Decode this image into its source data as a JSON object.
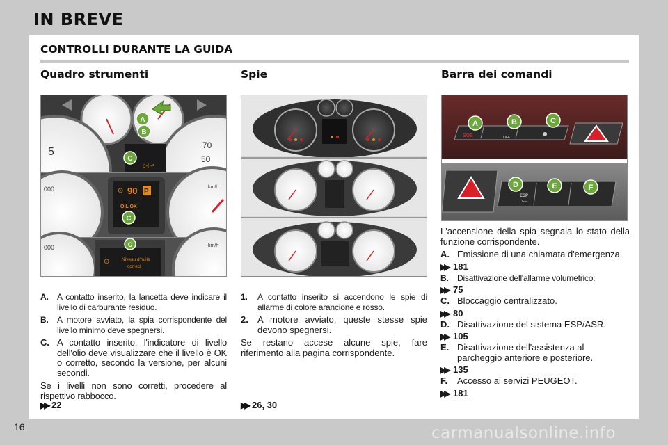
{
  "header": {
    "title": "IN BREVE"
  },
  "section": {
    "title": "CONTROLLI DURANTE LA GUIDA"
  },
  "columns": {
    "left": {
      "title": "Quadro strumenti",
      "image_labels": {
        "a": "A",
        "b": "B",
        "c1": "C",
        "c2": "C",
        "c3": "C",
        "oil_ok": "OIL OK",
        "niveau_1": "Niveau d'huile",
        "niveau_2": "correct",
        "kmh1": "km/h",
        "kmh2": "km/h"
      },
      "items": [
        {
          "label": "A.",
          "text": "A contatto inserito, la lancetta deve indicare il livello di carburante residuo."
        },
        {
          "label": "B.",
          "text": "A motore avviato, la spia corrispondente del livello minimo deve spegnersi."
        },
        {
          "label": "C.",
          "text": "A contatto inserito, l'indicatore di livello dell'olio deve visualizzare che il livello è OK o corretto, secondo la versione, per alcuni secondi."
        }
      ],
      "paragraph": "Se i livelli non sono corretti, procedere al rispettivo rabbocco.",
      "ref": "22"
    },
    "middle": {
      "title": "Spie",
      "items": [
        {
          "label": "1.",
          "text": "A contatto inserito si accendono le spie di allarme di colore arancione e rosso."
        },
        {
          "label": "2.",
          "text": "A motore avviato, queste stesse spie devono spegnersi."
        }
      ],
      "paragraph": "Se restano accese alcune spie, fare riferimento alla pagina corrispondente.",
      "ref": "26, 30"
    },
    "right": {
      "title": "Barra dei comandi",
      "image_labels": {
        "a": "A",
        "b": "B",
        "c": "C",
        "d": "D",
        "e": "E",
        "f": "F",
        "sos": "SOS",
        "esp": "ESP",
        "off1": "OFF",
        "off2": "OFF"
      },
      "intro": "L'accensione della spia segnala lo stato della funzione corrispondente.",
      "items": [
        {
          "label": "A.",
          "text": "Emissione di una chiamata d'emergenza.",
          "ref": "181"
        },
        {
          "label": "B.",
          "text": "Disattivazione dell'allarme volumetrico.",
          "ref": "75"
        },
        {
          "label": "C.",
          "text": "Bloccaggio centralizzato.",
          "ref": "80"
        },
        {
          "label": "D.",
          "text": "Disattivazione del sistema ESP/ASR.",
          "ref": "105"
        },
        {
          "label": "E.",
          "text": "Disattivazione dell'assistenza al parcheggio anteriore e posteriore.",
          "ref": "135"
        },
        {
          "label": "F.",
          "text": "Accesso ai servizi PEUGEOT.",
          "ref": "181"
        }
      ]
    }
  },
  "footer": {
    "page_number": "16",
    "watermark": "carmanualsonline.info"
  },
  "colors": {
    "accent_green": "#6aa83a",
    "warning_red": "#d8202a",
    "amber": "#e88a12",
    "panel": "#ffffff",
    "background": "#c9c9c9"
  },
  "icons": {
    "ref_arrow": "double-arrow-icon"
  }
}
